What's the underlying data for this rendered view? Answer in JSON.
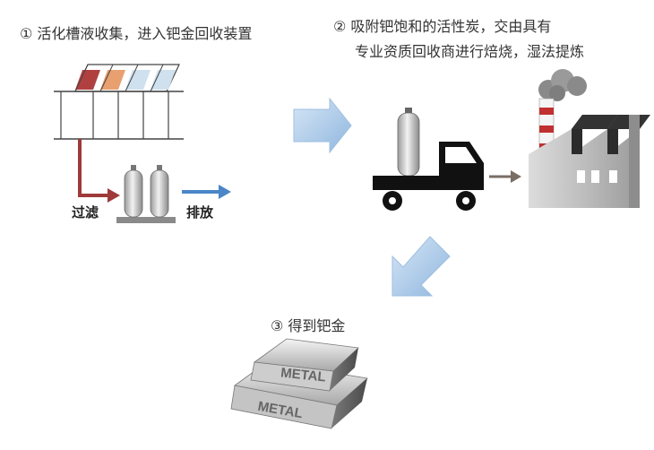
{
  "step1": {
    "label": "① 活化槽液收集，进入钯金回收装置"
  },
  "step2": {
    "line1": "② 吸附钯饱和的活性炭，交由具有",
    "line2": "专业资质回收商进行焙烧，湿法提炼"
  },
  "step3": {
    "label": "③ 得到钯金"
  },
  "labels": {
    "filter": "过滤",
    "discharge": "排放"
  },
  "ingots": {
    "top": "METAL",
    "bottom": "METAL"
  },
  "colors": {
    "tank_red": "#b04040",
    "tank_orange": "#e8a070",
    "tank_lightblue": "#cfe0ee",
    "filter_arrow": "#9e3a3a",
    "discharge_arrow": "#4a86c8",
    "flow_arrow": "#a9c8e6",
    "factory_arrow": "#7a6e64"
  }
}
